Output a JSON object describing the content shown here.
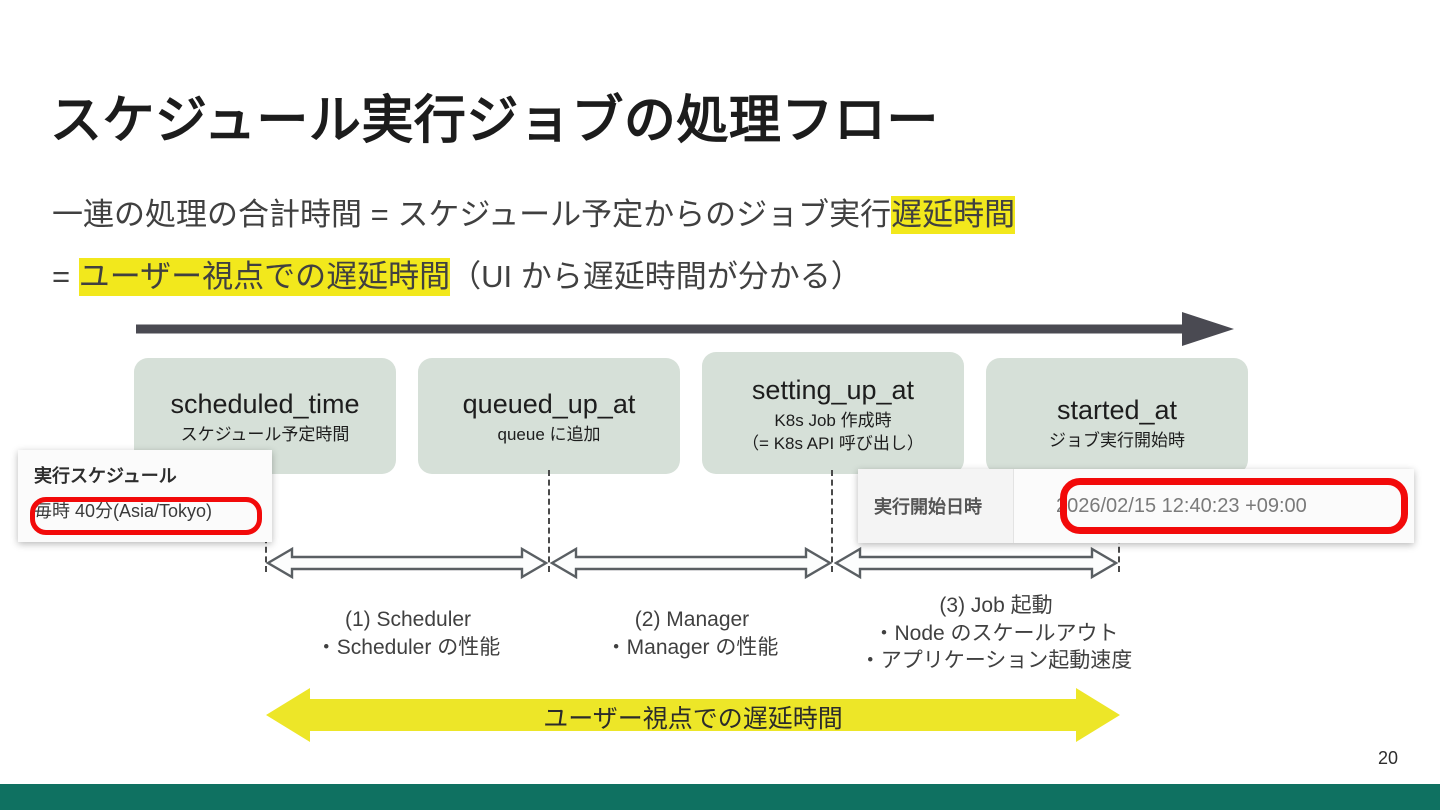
{
  "slide": {
    "title": "スケジュール実行ジョブの処理フロー",
    "page_number": "20",
    "footer_color": "#0F7161",
    "highlight_color": "#F2E81C",
    "box_color": "#D6E0D8",
    "ring_color": "#F20A0A"
  },
  "subtitle": {
    "line1_pre": "一連の処理の合計時間 = スケジュール予定からのジョブ実行",
    "line1_highlight": "遅延時間",
    "line2_pre": "= ",
    "line2_highlight": "ユーザー視点での遅延時間",
    "line2_post": "（UI から遅延時間が分かる）"
  },
  "timeline": {
    "arrow_label": "time-axis-arrow",
    "stages": [
      {
        "key": "scheduled_time",
        "title": "scheduled_time",
        "sub1": "スケジュール予定時間",
        "sub2": ""
      },
      {
        "key": "queued_up_at",
        "title": "queued_up_at",
        "sub1": "queue に追加",
        "sub2": ""
      },
      {
        "key": "setting_up_at",
        "title": "setting_up_at",
        "sub1": "K8s Job 作成時",
        "sub2": "（= K8s API 呼び出し）"
      },
      {
        "key": "started_at",
        "title": "started_at",
        "sub1": "ジョブ実行開始時",
        "sub2": ""
      }
    ]
  },
  "phases": [
    {
      "key": "scheduler",
      "line1": "(1) Scheduler",
      "line2": "・Scheduler の性能",
      "line3": ""
    },
    {
      "key": "manager",
      "line1": "(2) Manager",
      "line2": "・Manager の性能",
      "line3": ""
    },
    {
      "key": "job-boot",
      "line1": "(3) Job 起動",
      "line2": "・Node のスケールアウト",
      "line3": "・アプリケーション起動速度"
    }
  ],
  "summary_arrow": {
    "label": "ユーザー視点での遅延時間"
  },
  "callouts": {
    "schedule": {
      "heading": "実行スケジュール",
      "value": "毎時 40分(Asia/Tokyo)"
    },
    "started": {
      "label": "実行開始日時",
      "value": "2026/02/15 12:40:23 +09:00"
    }
  }
}
